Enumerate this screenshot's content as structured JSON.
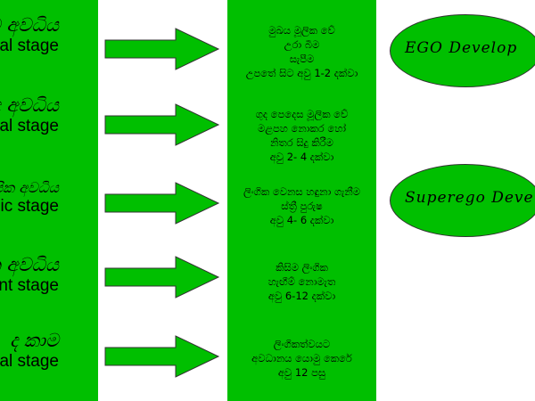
{
  "stages": [
    {
      "sinhala": "ම අවධිය",
      "english": "al stage",
      "description": [
        "මුඛය මූලික වේ",
        "උරා බීම",
        "සැපීම",
        "උපතේ සිට අවු 1-2 දක්වා"
      ]
    },
    {
      "sinhala": "ද අවධිය",
      "english": "al stage",
      "description": [
        "ගුද පෙදෙස මූලික වේ",
        "මළපහ නොකර හෝ",
        "නිතර සිදු කිරීම",
        "අවු 2- 4 දක්වා"
      ]
    },
    {
      "sinhala": "ෑපික අවධිය",
      "english": "llic stage",
      "description": [
        "ලිංගික වෙනස හඳුනා ගැනීම",
        "ස්ත්‍රී පුරුෂ",
        "අවු 4- 6 දක්වා"
      ]
    },
    {
      "sinhala": "ත අවධිය",
      "english": "ent stage",
      "description": [
        "කිසිම ලිංගික",
        "හැඟීම් නොමැත",
        "අවු 6-12 දක්වා"
      ]
    },
    {
      "sinhala": "ද කාම",
      "english": "ital stage",
      "description": [
        "ලිංගිකත්වයට",
        "අවධානය යොමු කෙරේ",
        "අවු 12 පසු"
      ]
    }
  ],
  "developments": [
    "EGO Develop",
    "Superego Deve"
  ],
  "colors": {
    "green": "#00bf00"
  }
}
